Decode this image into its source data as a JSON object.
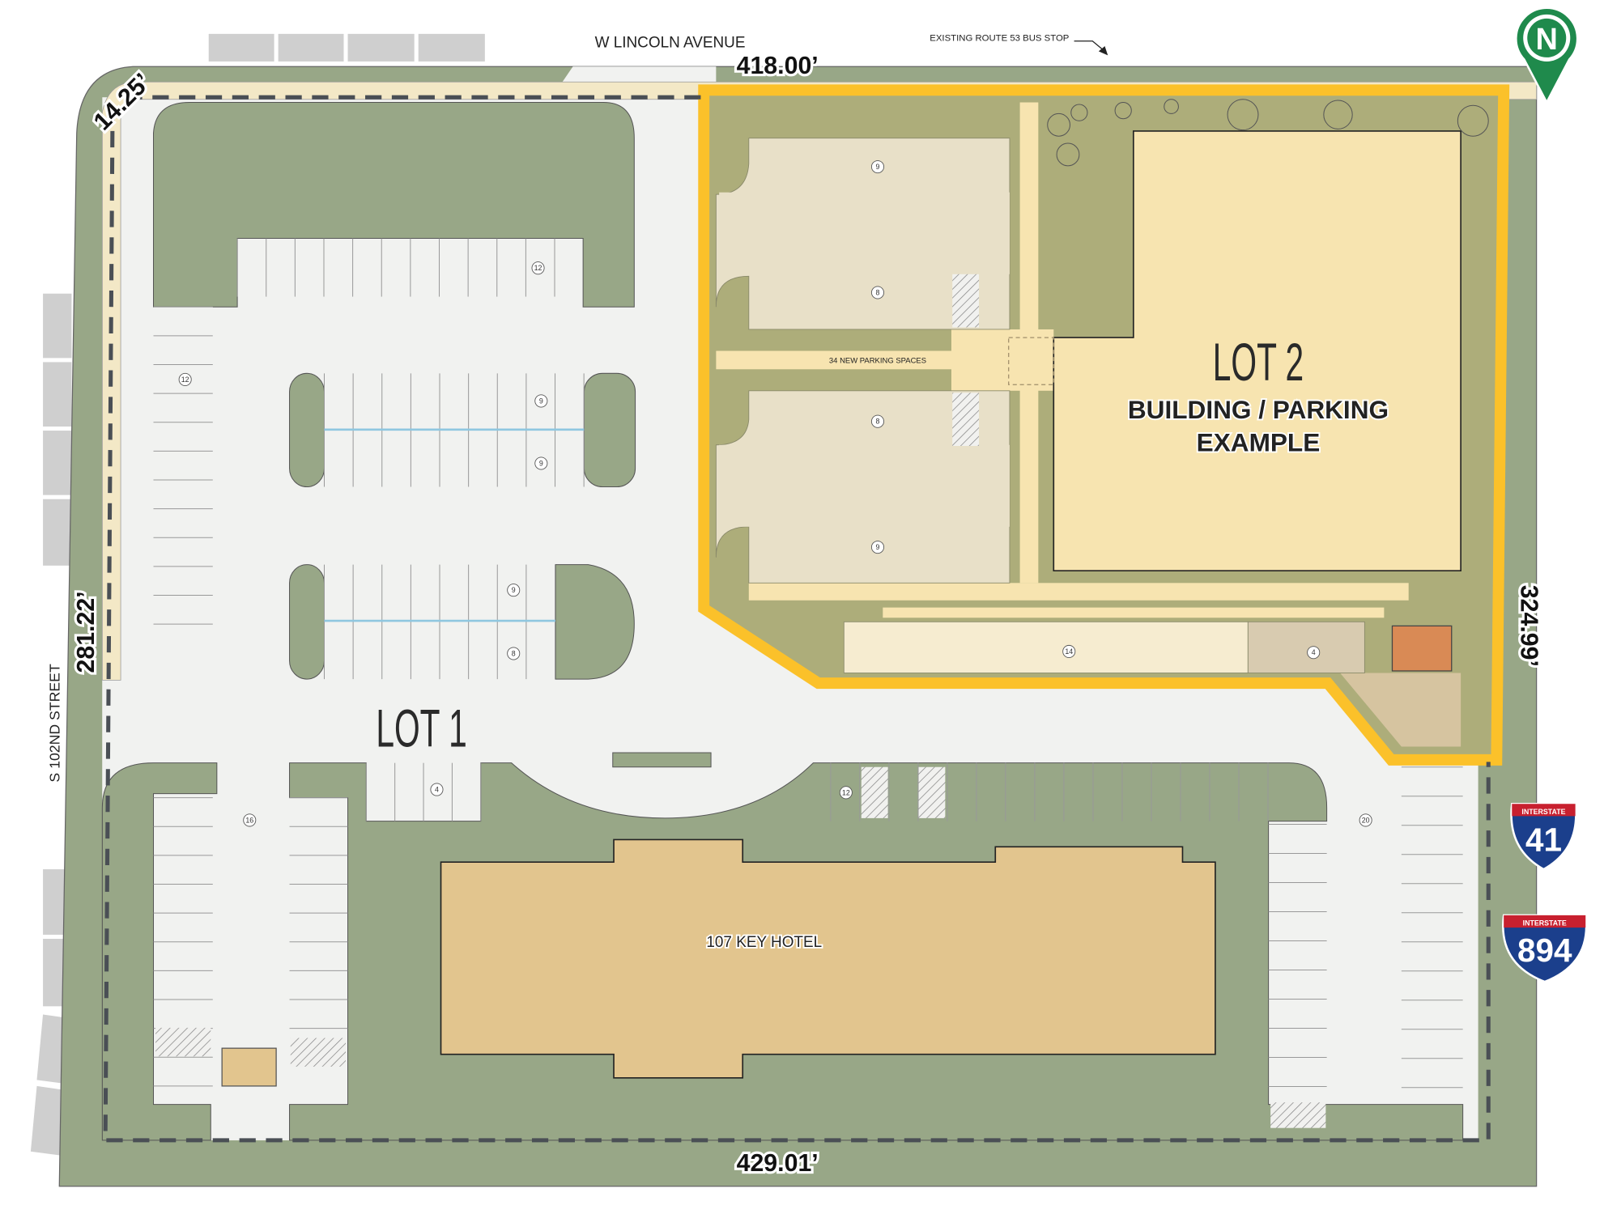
{
  "streets": {
    "north": "W LINCOLN AVENUE",
    "west": "S 102ND STREET"
  },
  "annotations": {
    "bus_stop": "EXISTING ROUTE 53 BUS STOP",
    "new_parking": "34 NEW PARKING SPACES"
  },
  "dimensions": {
    "north": "418.00’",
    "south": "429.01’",
    "west": "281.22’",
    "east": "324.99’",
    "corner": "14.25’"
  },
  "lots": {
    "lot1": {
      "label": "LOT 1"
    },
    "lot2": {
      "label": "LOT 2",
      "subtitle_line1": "BUILDING / PARKING",
      "subtitle_line2": "EXAMPLE"
    }
  },
  "hotel": {
    "label": "107 KEY HOTEL"
  },
  "stall_counts": {
    "lot2_a": "9",
    "lot2_b": "8",
    "lot2_c": "8",
    "lot2_d": "9",
    "lot2_e": "14",
    "lot2_f": "4",
    "lot1_a": "12",
    "lot1_b": "12",
    "lot1_c": "9",
    "lot1_d": "9",
    "lot1_e": "9",
    "lot1_f": "8",
    "lot1_g": "4",
    "lot1_h": "16",
    "lot1_i": "12",
    "lot1_j": "20"
  },
  "north_arrow": {
    "letter": "N"
  },
  "shields": [
    {
      "top": "INTERSTATE",
      "number": "41"
    },
    {
      "top": "INTERSTATE",
      "number": "894"
    }
  ],
  "colors": {
    "lot2_outline": "#fbc12a",
    "landscape": "#98a787",
    "pavement": "#f1f2f0",
    "hotel": "#e2c58e",
    "north_pin": "#1f8a4c"
  }
}
